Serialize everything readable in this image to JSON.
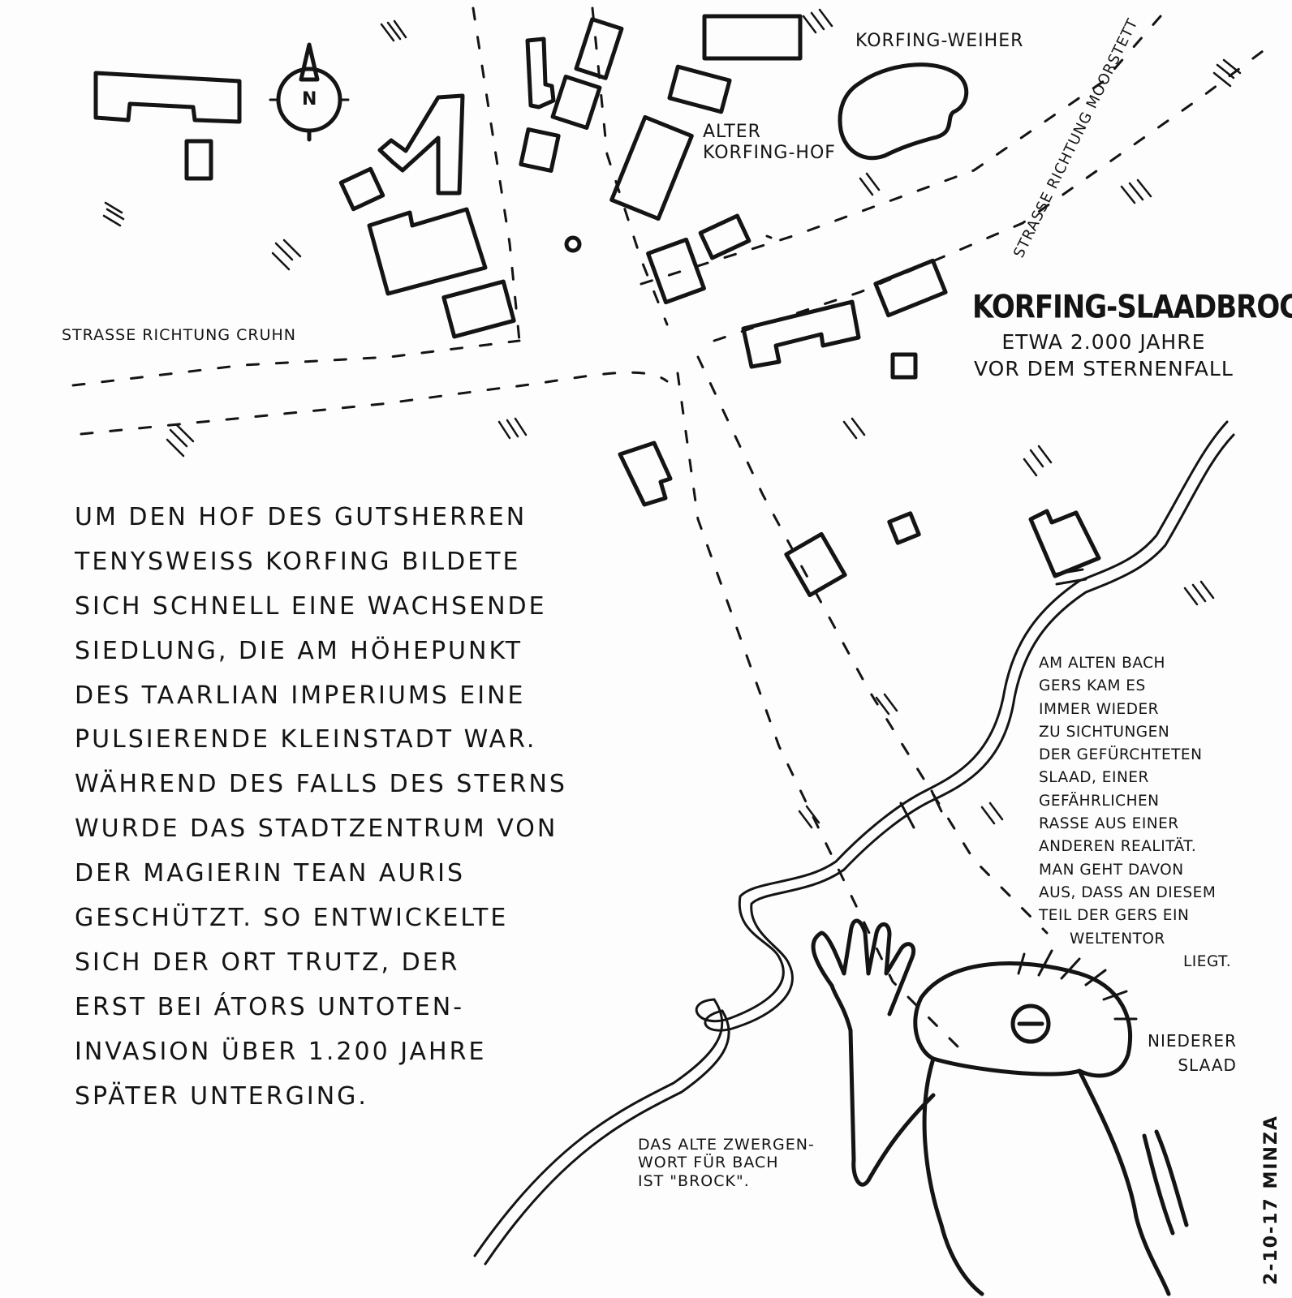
{
  "map": {
    "title": "KORFING-SLAADBROCK",
    "subtitle_lines": [
      "ETWA 2.000 JAHRE",
      "VOR DEM STERNENFALL"
    ],
    "compass_letter": "N",
    "labels": {
      "pond": "KORFING-WEIHER",
      "farm_lines": [
        "ALTER",
        "KORFING-HOF"
      ],
      "road_right": "STRASSE RICHTUNG MOORSTETT",
      "road_left": "STRASSE RICHTUNG CRUHN",
      "slaad_lines": [
        "NIEDERER",
        "SLAAD"
      ]
    },
    "main_text_lines": [
      "UM DEN HOF DES GUTSHERREN",
      "TENYSWEISS KORFING BILDETE",
      "SICH SCHNELL EINE WACHSENDE",
      "SIEDLUNG, DIE AM HÖHEPUNKT",
      "DES TAARLIAN IMPERIUMS EINE",
      "PULSIERENDE KLEINSTADT WAR.",
      "WÄHREND DES FALLS DES STERNS",
      "WURDE DAS STADTZENTRUM VON",
      "DER MAGIERIN TEAN AURIS",
      "GESCHÜTZT. SO ENTWICKELTE",
      "SICH DER ORT TRUTZ, DER",
      "ERST BEI ÁTORS UNTOTEN-",
      "INVASION ÜBER 1.200 JAHRE",
      "SPÄTER UNTERGING."
    ],
    "side_text_lines": [
      "AM ALTEN BACH",
      "GERS KAM ES",
      "IMMER WIEDER",
      "ZU SICHTUNGEN",
      "DER GEFÜRCHTETEN",
      "SLAAD, EINER",
      "GEFÄHRLICHEN",
      "RASSE AUS EINER",
      "ANDEREN REALITÄT.",
      "MAN GEHT DAVON",
      "AUS, DASS AN DIESEM",
      "TEIL DER GERS EIN",
      "WELTENTOR",
      "LIEGT."
    ],
    "note_lines": [
      "DAS ALTE ZWERGEN-",
      "WORT FÜR BACH",
      "IST \"BROCK\"."
    ],
    "signature": "2-10-17 MINZA"
  }
}
